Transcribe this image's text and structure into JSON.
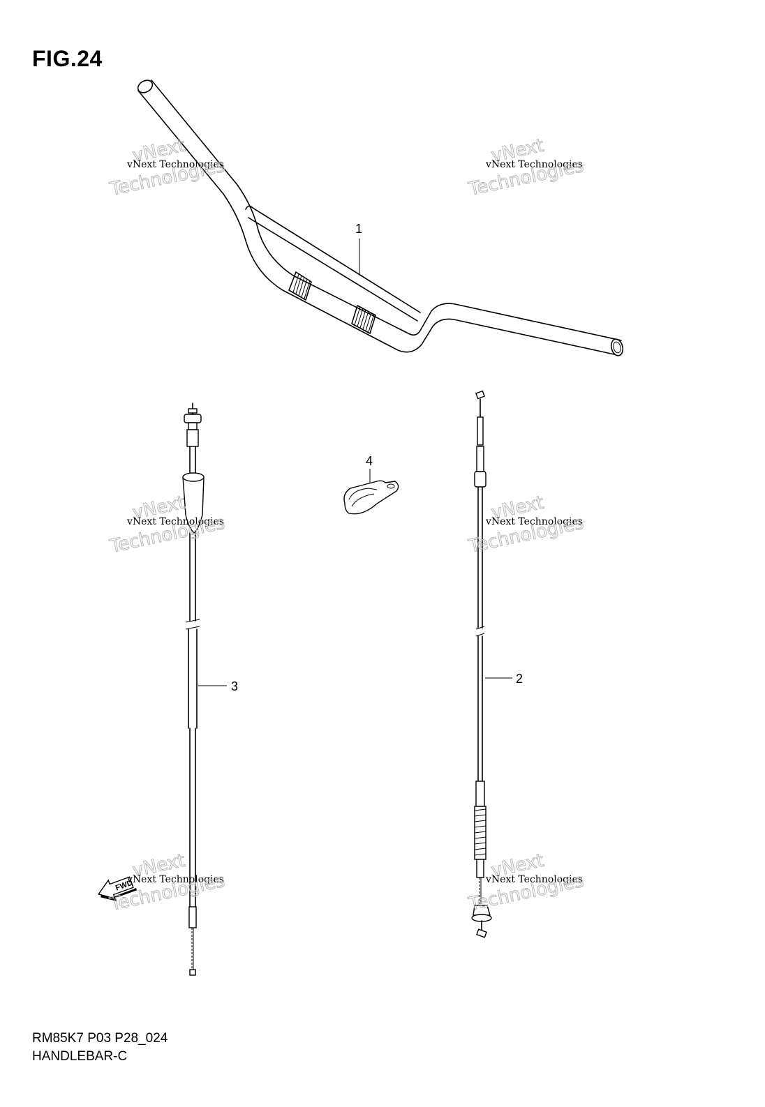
{
  "figure": {
    "title": "FIG.24"
  },
  "callouts": [
    "1",
    "2",
    "3",
    "4"
  ],
  "watermark": {
    "line1": "vNext",
    "line2": "vNext Technologies",
    "line3": "Technologies"
  },
  "fwd_label": "FWD",
  "footer": {
    "model_code": "RM85K7 P03 P28_024",
    "caption": "HANDLEBAR-C"
  }
}
